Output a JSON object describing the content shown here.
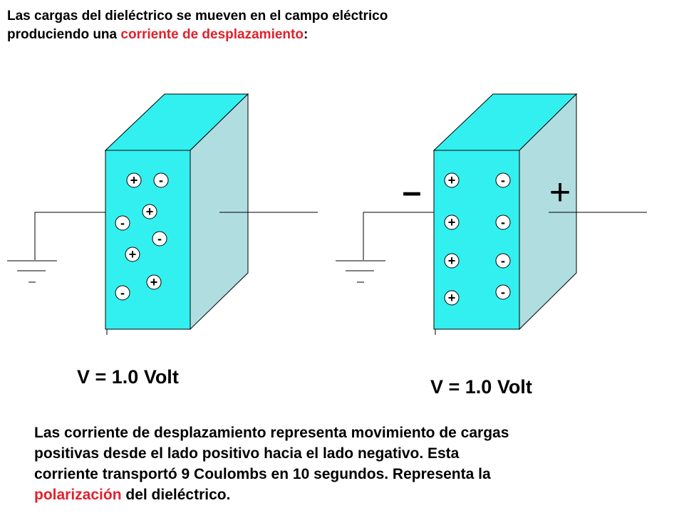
{
  "title": {
    "line1": "Las cargas del dieléctrico se mueven en el campo eléctrico",
    "line2_prefix": "produciendo una ",
    "line2_highlight": "corriente de desplazamiento",
    "line2_suffix": ":"
  },
  "left_capacitor": {
    "voltage_label": "V = 1.0 Volt"
  },
  "right_capacitor": {
    "voltage_label": "V = 1.0 Volt",
    "minus_sign": "–",
    "plus_sign": "+"
  },
  "footer": {
    "line1": "Las corriente de desplazamiento representa movimiento de cargas",
    "line2": "positivas desde el lado positivo hacia el lado negativo. Esta",
    "line3": "corriente transportó 9 Coulombs en 10 segundos. Representa la",
    "line4_highlight": "polarización",
    "line4_suffix": " del dieléctrico."
  },
  "charges": {
    "plus": "+",
    "minus": "-"
  },
  "colors": {
    "front_face": "#33f0f0",
    "side_face": "#b0dde0",
    "highlight": "#e3202a"
  }
}
